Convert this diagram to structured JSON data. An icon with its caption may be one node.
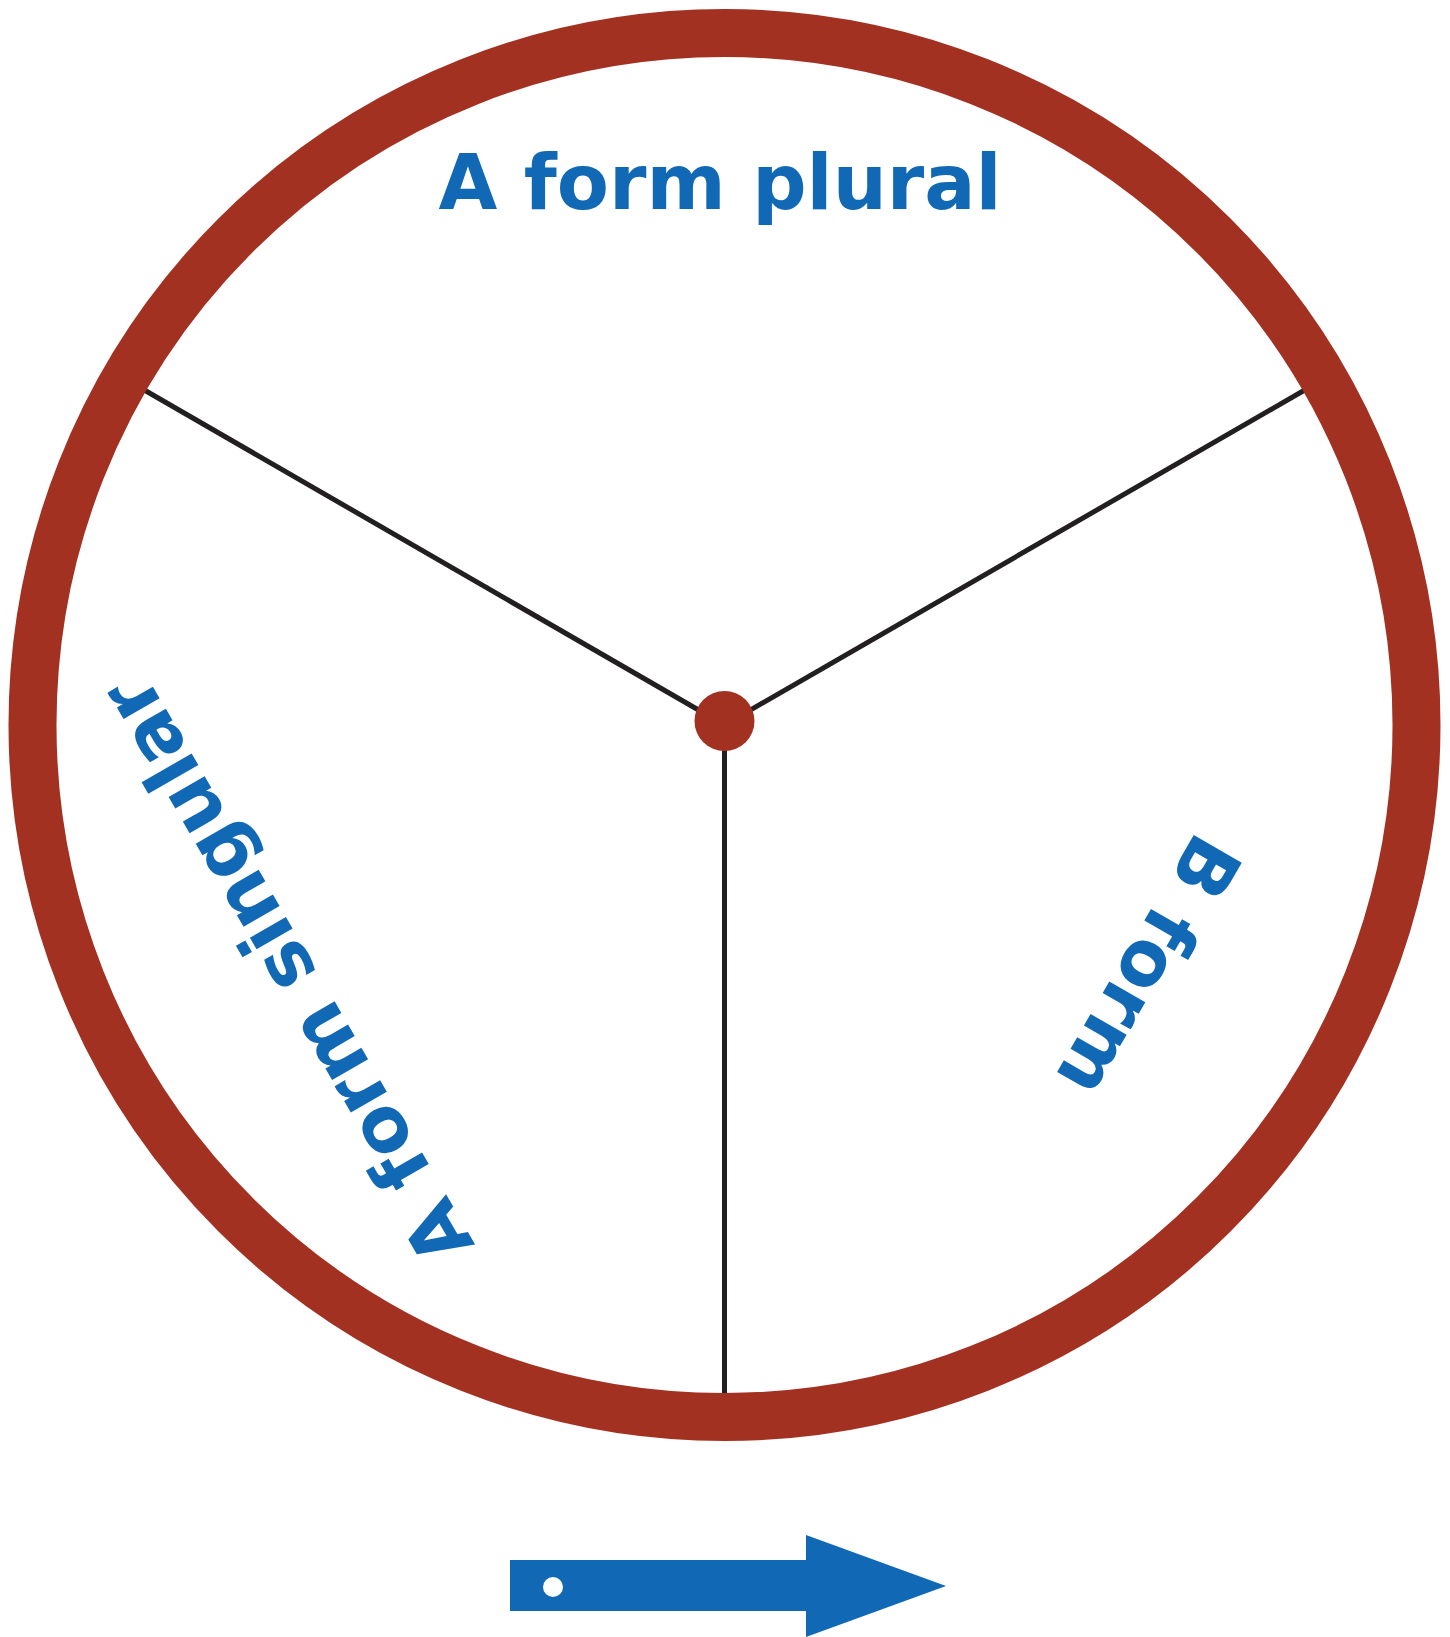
{
  "diagram": {
    "labels": [
      "A form plural",
      "A form singular",
      "B form"
    ]
  }
}
